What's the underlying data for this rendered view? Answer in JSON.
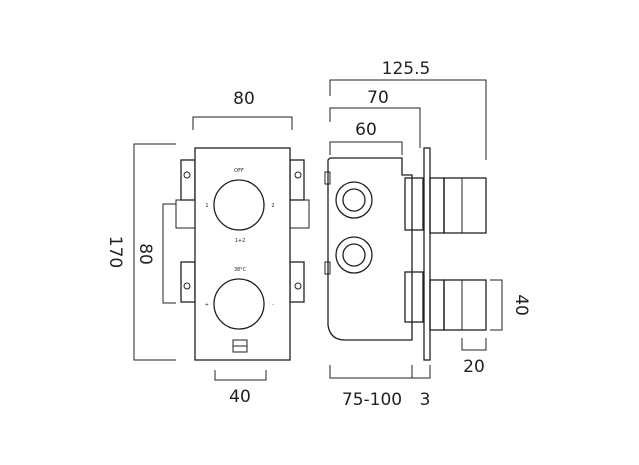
{
  "dimensions": {
    "front_width": "80",
    "front_height": "170",
    "front_spacing": "80",
    "front_knob_offset": "40",
    "side_overall": "125.5",
    "side_mid": "70",
    "side_body": "60",
    "side_depth": "75-100",
    "side_plate": "3",
    "knob_height": "40",
    "knob_width": "20"
  },
  "faceplate": {
    "top_label": "OFF",
    "left_mark_top": "1",
    "right_mark_top": "2",
    "mid_label": "1+2",
    "temp_label": "38°C",
    "left_mark_bottom": "+",
    "right_mark_bottom": "-"
  },
  "colors": {
    "line": "#231f20",
    "background": "#ffffff"
  }
}
